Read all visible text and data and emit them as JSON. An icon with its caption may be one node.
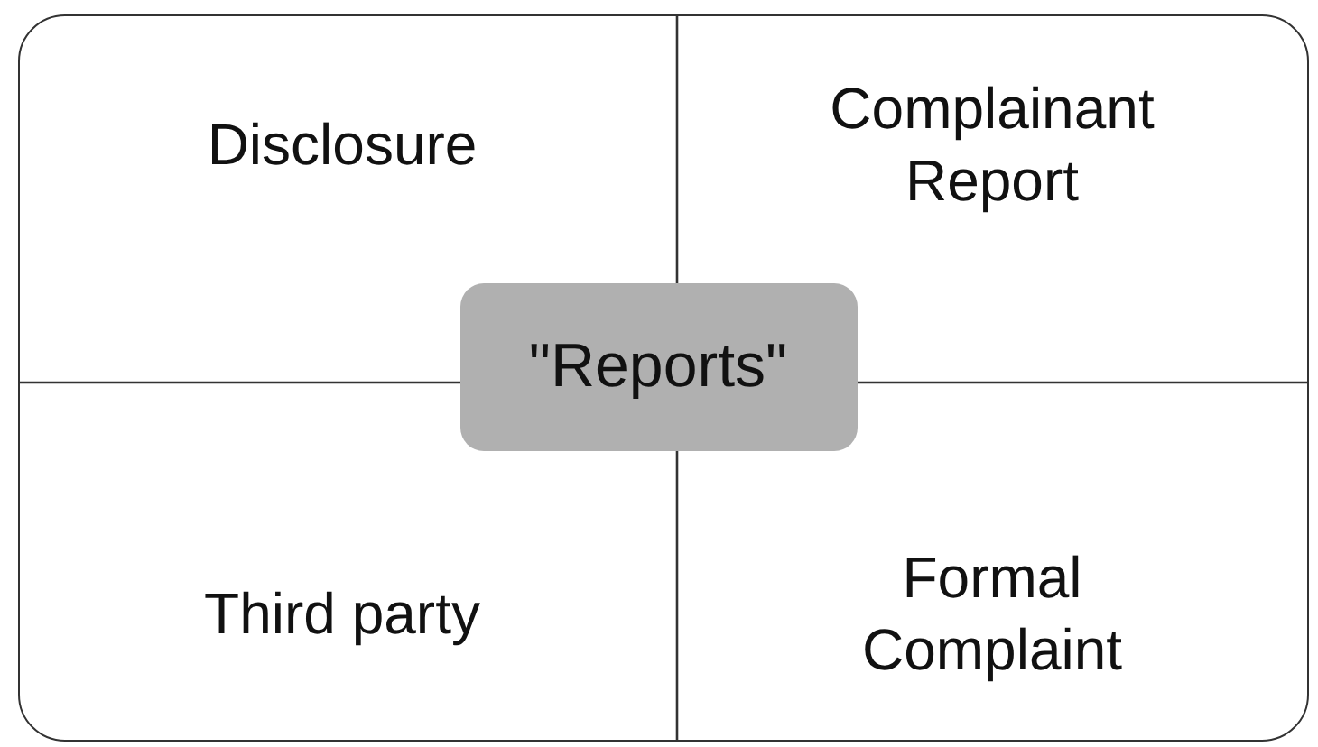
{
  "diagram": {
    "nodes": [
      {
        "text": [],
        "shape": "box"
      },
      {
        "text": [
          "Disclosure"
        ],
        "in": 0
      },
      {
        "text": [
          "Complainant Report"
        ],
        "in": 0
      },
      {
        "text": [
          "Third party"
        ],
        "in": 0
      },
      {
        "text": [
          "Formal Complaint"
        ],
        "in": 0
      },
      {
        "text": [
          "\"Reports\""
        ],
        "in": 0
      }
    ]
  }
}
